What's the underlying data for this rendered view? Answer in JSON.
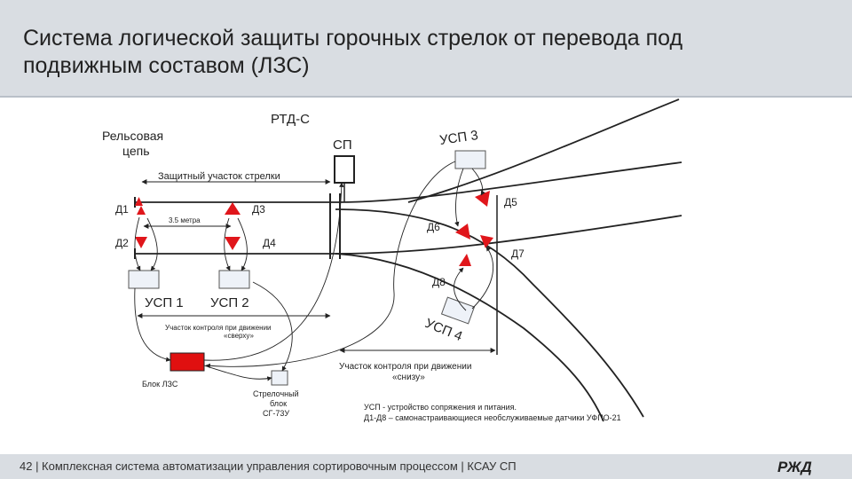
{
  "header": {
    "title_line1": "Система логической защиты горочных стрелок от перевода под",
    "title_line2": "подвижным составом (ЛЗС)"
  },
  "diagram": {
    "label_rtd": "РТД-С",
    "label_rail_circuit_1": "Рельсовая",
    "label_rail_circuit_2": "цепь",
    "label_sp": "СП",
    "label_usp3": "УСП 3",
    "label_protect_zone": "Защитный участок стрелки",
    "label_d1": "Д1",
    "label_d2": "Д2",
    "label_d3": "Д3",
    "label_d4": "Д4",
    "label_d5": "Д5",
    "label_d6": "Д6",
    "label_d7": "Д7",
    "label_d8": "Д8",
    "label_distance": "3.5 метра",
    "label_usp1": "УСП 1",
    "label_usp2": "УСП 2",
    "label_usp4": "УСП 4",
    "label_ctrl_top_1": "Участок контроля при движении",
    "label_ctrl_top_2": "«сверху»",
    "label_ctrl_bottom_1": "Участок контроля при движении",
    "label_ctrl_bottom_2": "«снизу»",
    "label_block_lzs": "Блок ЛЗС",
    "label_switch_block_1": "Стрелочный",
    "label_switch_block_2": "блок",
    "label_switch_block_3": "СГ-73У",
    "legend_1": "УСП - устройство сопряжения и питания.",
    "legend_2": "Д1-Д8 – самонастраивающиеся необслуживаемые датчики УФПО-21"
  },
  "colors": {
    "sensor": "#e0161b",
    "block_lzs": "#e01010",
    "usp_fill": "#eef2f8",
    "header_bg": "#d9dde2",
    "logo": "#e3202a"
  },
  "footer": {
    "text": "42 | Комплексная система автоматизации управления сортировочным процессом | КСАУ СП",
    "logo_text": "РЖД"
  }
}
